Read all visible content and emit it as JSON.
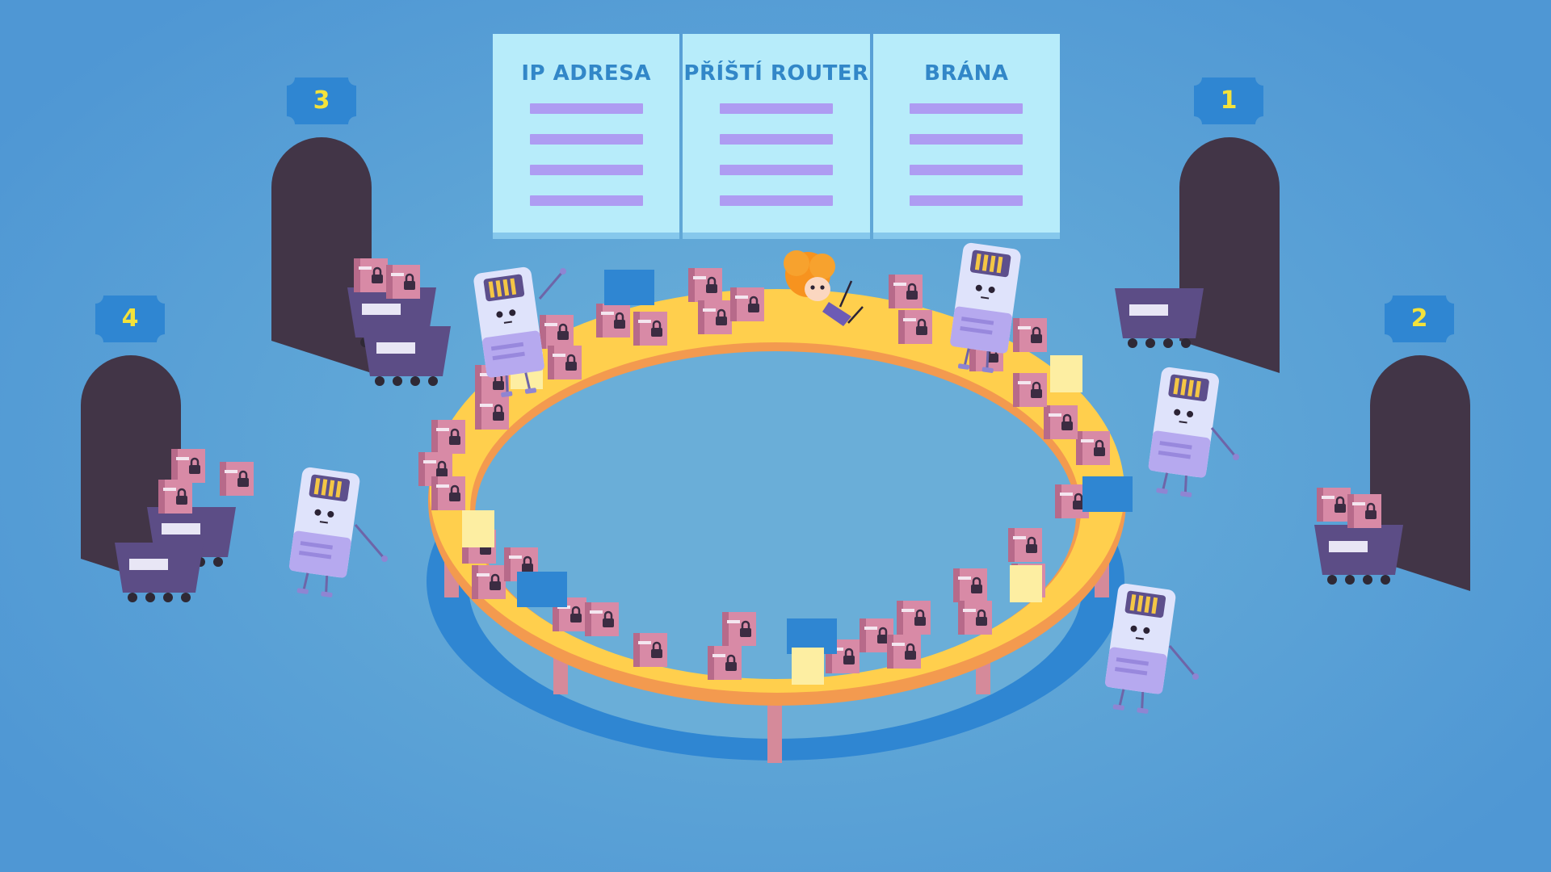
{
  "routing_table": {
    "columns": [
      {
        "label": "IP ADRESA"
      },
      {
        "label": "PŘÍŠTÍ ROUTER"
      },
      {
        "label": "BRÁNA"
      }
    ]
  },
  "ports": [
    {
      "label": "1"
    },
    {
      "label": "2"
    },
    {
      "label": "3"
    },
    {
      "label": "4"
    }
  ],
  "colors": {
    "background": "#5fa6d7",
    "board": "#b7ecfa",
    "board_text": "#3287c8",
    "board_lines": "#ae9cf2",
    "door": "#423547",
    "cart": "#5c4d86",
    "belt": "#ffcf4d",
    "belt_edge": "#f39a4f",
    "packet": "#d88aa6",
    "tag_fill": "#2f86d2",
    "tag_text": "#f4e23a"
  },
  "icons": [
    "lock-icon",
    "router-character",
    "packet-box",
    "mine-cart",
    "arched-doorway"
  ]
}
